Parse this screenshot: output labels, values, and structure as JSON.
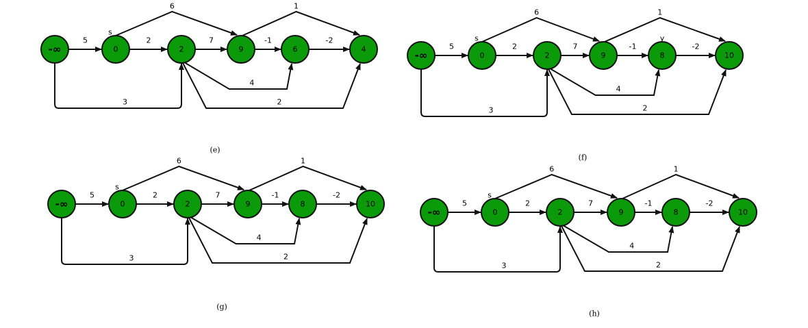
{
  "colors": {
    "node_fill": "#0a9a0a",
    "stroke": "#111111"
  },
  "panels": [
    {
      "caption": "(e)",
      "nodes": [
        {
          "id": "t",
          "label": "-∞"
        },
        {
          "id": "s",
          "label": "0",
          "tag": "s"
        },
        {
          "id": "a",
          "label": "2"
        },
        {
          "id": "b",
          "label": "9"
        },
        {
          "id": "c",
          "label": "6"
        },
        {
          "id": "d",
          "label": "4"
        }
      ],
      "edges": [
        {
          "from": "t",
          "to": "s",
          "weight": "5"
        },
        {
          "from": "s",
          "to": "a",
          "weight": "2"
        },
        {
          "from": "a",
          "to": "b",
          "weight": "7"
        },
        {
          "from": "b",
          "to": "c",
          "weight": "-1"
        },
        {
          "from": "c",
          "to": "d",
          "weight": "-2"
        },
        {
          "from": "s",
          "to": "b",
          "weight": "6"
        },
        {
          "from": "b",
          "to": "d",
          "weight": "1"
        },
        {
          "from": "a",
          "to": "c",
          "weight": "4"
        },
        {
          "from": "a",
          "to": "d",
          "weight": "2"
        },
        {
          "from": "t",
          "to": "a",
          "weight": "3"
        }
      ]
    },
    {
      "caption": "(f)",
      "nodes": [
        {
          "id": "t",
          "label": "-∞"
        },
        {
          "id": "s",
          "label": "0",
          "tag": "s"
        },
        {
          "id": "a",
          "label": "2"
        },
        {
          "id": "b",
          "label": "9"
        },
        {
          "id": "c",
          "label": "8",
          "tag": "y"
        },
        {
          "id": "d",
          "label": "10"
        }
      ],
      "edges": [
        {
          "from": "t",
          "to": "s",
          "weight": "5"
        },
        {
          "from": "s",
          "to": "a",
          "weight": "2"
        },
        {
          "from": "a",
          "to": "b",
          "weight": "7"
        },
        {
          "from": "b",
          "to": "c",
          "weight": "-1"
        },
        {
          "from": "c",
          "to": "d",
          "weight": "-2"
        },
        {
          "from": "s",
          "to": "b",
          "weight": "6"
        },
        {
          "from": "b",
          "to": "d",
          "weight": "1"
        },
        {
          "from": "a",
          "to": "c",
          "weight": "4"
        },
        {
          "from": "a",
          "to": "d",
          "weight": "2"
        },
        {
          "from": "t",
          "to": "a",
          "weight": "3"
        }
      ]
    },
    {
      "caption": "(g)",
      "nodes": [
        {
          "id": "t",
          "label": "-∞"
        },
        {
          "id": "s",
          "label": "0",
          "tag": "s"
        },
        {
          "id": "a",
          "label": "2"
        },
        {
          "id": "b",
          "label": "9"
        },
        {
          "id": "c",
          "label": "8"
        },
        {
          "id": "d",
          "label": "10"
        }
      ],
      "edges": [
        {
          "from": "t",
          "to": "s",
          "weight": "5"
        },
        {
          "from": "s",
          "to": "a",
          "weight": "2"
        },
        {
          "from": "a",
          "to": "b",
          "weight": "7"
        },
        {
          "from": "b",
          "to": "c",
          "weight": "-1"
        },
        {
          "from": "c",
          "to": "d",
          "weight": "-2"
        },
        {
          "from": "s",
          "to": "b",
          "weight": "6"
        },
        {
          "from": "b",
          "to": "d",
          "weight": "1"
        },
        {
          "from": "a",
          "to": "c",
          "weight": "4"
        },
        {
          "from": "a",
          "to": "d",
          "weight": "2"
        },
        {
          "from": "t",
          "to": "a",
          "weight": "3"
        }
      ]
    },
    {
      "caption": "(h)",
      "nodes": [
        {
          "id": "t",
          "label": "-∞"
        },
        {
          "id": "s",
          "label": "0",
          "tag": "s"
        },
        {
          "id": "a",
          "label": "2"
        },
        {
          "id": "b",
          "label": "9"
        },
        {
          "id": "c",
          "label": "8"
        },
        {
          "id": "d",
          "label": "10"
        }
      ],
      "edges": [
        {
          "from": "t",
          "to": "s",
          "weight": "5"
        },
        {
          "from": "s",
          "to": "a",
          "weight": "2"
        },
        {
          "from": "a",
          "to": "b",
          "weight": "7"
        },
        {
          "from": "b",
          "to": "c",
          "weight": "-1"
        },
        {
          "from": "c",
          "to": "d",
          "weight": "-2"
        },
        {
          "from": "s",
          "to": "b",
          "weight": "6"
        },
        {
          "from": "b",
          "to": "d",
          "weight": "1"
        },
        {
          "from": "a",
          "to": "c",
          "weight": "4"
        },
        {
          "from": "a",
          "to": "d",
          "weight": "2"
        },
        {
          "from": "t",
          "to": "a",
          "weight": "3"
        }
      ]
    }
  ]
}
